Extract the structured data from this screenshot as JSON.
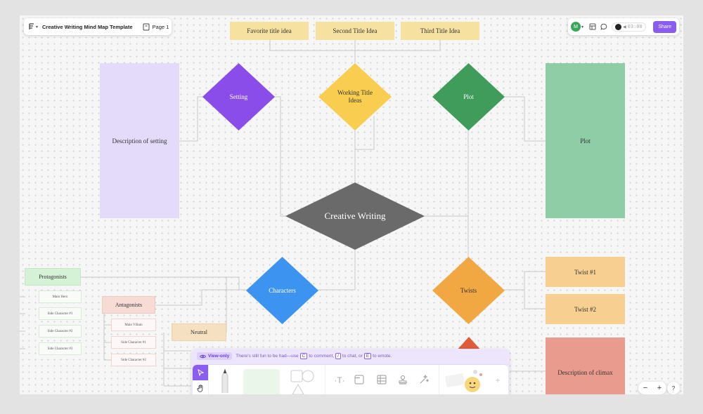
{
  "header": {
    "doc_title": "Creative Writing Mind Map Template",
    "page_label": "Page 1",
    "avatar_letter": "M",
    "timer": "03:00",
    "share_label": "Share"
  },
  "title_ideas": [
    "Favorite title idea",
    "Second Title Idea",
    "Third Title Idea"
  ],
  "nodes": {
    "setting": "Setting",
    "working_title": "Working Title Ideas",
    "plot_diamond": "Plot",
    "central": "Creative Writing",
    "characters": "Characters",
    "twists_diamond": "Twists",
    "description_setting": "Description of setting",
    "plot_box": "Plot",
    "twist1": "Twist #1",
    "twist2": "Twist #2",
    "description_climax": "Description of climax"
  },
  "characters": {
    "protagonists": "Protagonists",
    "main_hero": "Main Hero",
    "prot_side": [
      "Side Character #1",
      "Side Character #2",
      "Side Character #3"
    ],
    "antagonists": "Antagonists",
    "main_villain": "Main Villain",
    "ant_side": [
      "Side Character #1",
      "Side Character #2"
    ],
    "neutral": "Neutral"
  },
  "banner": {
    "view_only": "View-only",
    "text1": "There's still fun to be had—use",
    "key_c": "C",
    "text2": "to comment,",
    "key_slash": "/",
    "text3": "to chat, or",
    "key_e": "E",
    "text4": "to emote."
  },
  "zoom": {
    "minus": "−",
    "plus": "+",
    "help": "?"
  },
  "colors": {
    "setting": "#8b4dea",
    "working_title": "#f9cd4f",
    "plot": "#3f9c5a",
    "central": "#6a6a6a",
    "characters": "#3d94f0",
    "twists": "#f2a842",
    "climax_box": "#e99c8d",
    "setting_box": "#e3dbf9",
    "plot_box": "#8ecda5",
    "twist_box": "#f6cf91",
    "accent": "#8a5cf0"
  }
}
